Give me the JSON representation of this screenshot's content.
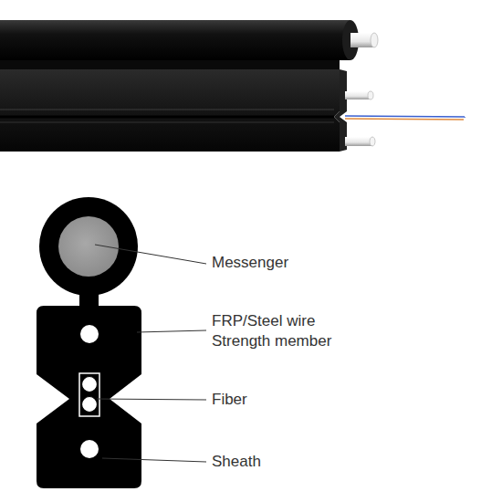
{
  "diagram": {
    "labels": [
      "Messenger",
      "FRP/Steel wire Strength member",
      "Fiber",
      "Sheath"
    ]
  }
}
